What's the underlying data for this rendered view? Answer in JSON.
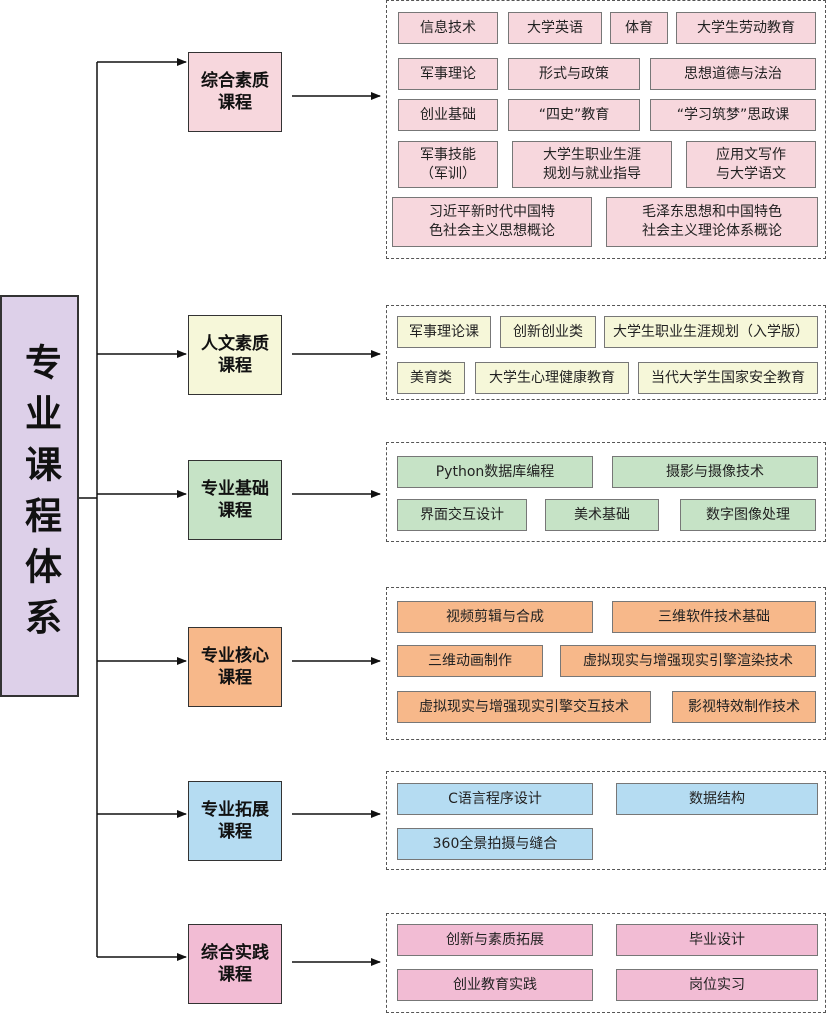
{
  "root": {
    "label": "专业课程体系"
  },
  "categories": [
    {
      "label": "综合素质\n课程",
      "color": "#f7d7dd"
    },
    {
      "label": "人文素质\n课程",
      "color": "#f6f7d9"
    },
    {
      "label": "专业基础\n课程",
      "color": "#c6e3c6"
    },
    {
      "label": "专业核心\n课程",
      "color": "#f7b88a"
    },
    {
      "label": "专业拓展\n课程",
      "color": "#b5dcf2"
    },
    {
      "label": "综合实践\n课程",
      "color": "#f2bcd4"
    }
  ],
  "courses": {
    "comprehensive": [
      "信息技术",
      "大学英语",
      "体育",
      "大学生劳动教育",
      "军事理论",
      "形式与政策",
      "思想道德与法治",
      "创业基础",
      "“四史”教育",
      "“学习筑梦”思政课",
      "军事技能\n（军训）",
      "大学生职业生涯\n规划与就业指导",
      "应用文写作\n与大学语文",
      "习近平新时代中国特\n色社会主义思想概论",
      "毛泽东思想和中国特色\n社会主义理论体系概论"
    ],
    "humanities": [
      "军事理论课",
      "创新创业类",
      "大学生职业生涯规划（入学版）",
      "美育类",
      "大学生心理健康教育",
      "当代大学生国家安全教育"
    ],
    "foundation": [
      "Python数据库编程",
      "摄影与摄像技术",
      "界面交互设计",
      "美术基础",
      "数字图像处理"
    ],
    "core": [
      "视频剪辑与合成",
      "三维软件技术基础",
      "三维动画制作",
      "虚拟现实与增强现实引擎渲染技术",
      "虚拟现实与增强现实引擎交互技术",
      "影视特效制作技术"
    ],
    "extension": [
      "C语言程序设计",
      "数据结构",
      "360全景拍摄与缝合"
    ],
    "practice": [
      "创新与素质拓展",
      "毕业设计",
      "创业教育实践",
      "岗位实习"
    ]
  }
}
